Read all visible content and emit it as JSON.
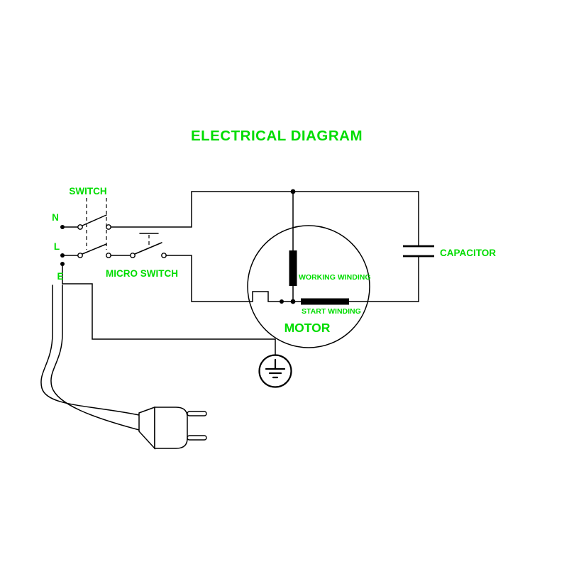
{
  "diagram": {
    "title": "ELECTRICAL DIAGRAM",
    "labels": {
      "switch": "SWITCH",
      "terminal_n": "N",
      "terminal_l": "L",
      "terminal_e": "E",
      "micro_switch": "MICRO SWITCH",
      "capacitor": "CAPACITOR",
      "working_winding": "WORKING WINDING",
      "start_winding": "START WINDING",
      "motor": "MOTOR"
    },
    "colors": {
      "label_green": "#00DC00",
      "wire_black": "#000000",
      "background": "#FFFFFF"
    }
  }
}
